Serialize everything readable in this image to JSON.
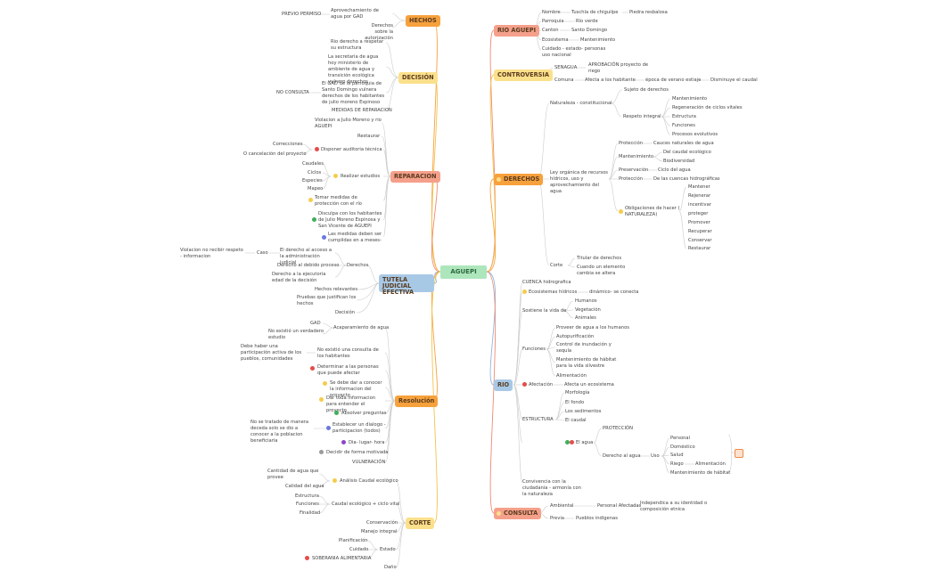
{
  "center": "AGUEPI",
  "colors": {
    "orange": "#f7a13c",
    "red": "#f08a73",
    "yellow": "#fbe08b",
    "blue": "#a8c9e6",
    "green": "#aee6bc",
    "teal": "#78c3df"
  },
  "topics": {
    "hechos": "HECHOS",
    "decision": "DECISIÓN",
    "reparacion": "REPARACION",
    "tutela": "TUTELA JUDICIAL EFECTIVA",
    "resolucion": "Resolución",
    "corte": "CORTE",
    "rio_aguepi": "RIO AGUEPI",
    "controversia": "CONTROVERSIA",
    "derechos": "DERECHOS",
    "rio": "RIO",
    "consulta": "CONSULTA"
  },
  "left": {
    "hechos": {
      "items": [
        "Aprovechamiento de agua por GAD",
        "Derechos sobre la autorización"
      ],
      "sub": "PREVIO PERMISO"
    },
    "decision": {
      "items": [
        "Rio derecho a respetar su estructura",
        "La secretaria de agua hoy ministerio de ambiente de agua y transición ecológica vulnero derechos",
        "El GAD de la parroquia de Santo Domingo vulnera derechos de los habitantes de julio moreno Espinoso",
        "MEDIDAS DE REPARACION"
      ],
      "sub": "NO CONSULTA"
    },
    "reparacion": {
      "items": [
        "Violacion a Julio Moreno y rio AGUEPI",
        "Restaurar",
        "Disponer auditoria técnica",
        "Realizar estudios",
        "Tomar medidas de protección con el río",
        "Disculpa con los habitantes de Julio Moreno Espinosa y San Vicente de AGUEPI",
        "Las medidas deben ser cumplidas en a meses-"
      ],
      "auditoria": [
        "Correcciones",
        "O cancelación del proyecto"
      ],
      "estudios": [
        "Caudales",
        "Ciclos",
        "Especies",
        "Mapeo"
      ]
    },
    "tutela": {
      "items": [
        "Derechos",
        "Hechos relevantes",
        "Pruebas que justifican los hechos",
        "Decisión"
      ],
      "derechos": [
        "El derecho al acceso a la administración judicial",
        "Derecho al debido proceso",
        "Derecho a la ejecutoria edad de la decisión"
      ],
      "caso": "Caso",
      "caso_sub": "Violacion no recibir respeto - informacion"
    },
    "resolucion": {
      "items": [
        "Acaparamiento de agua",
        "No existió una consulta de los habitantes",
        "Determinar a las personas que puede afectar",
        "Se debe dar a conocer la informacion del proyecto",
        "Dar toda informacion para entender el proyecto",
        "Absolver preguntas",
        "Establecer un dialogo - participacion (todos)",
        "Dia- lugar- hora",
        "Decidir de forma motivada",
        "VULNERACIÓN"
      ],
      "acaparamiento": [
        "GAD",
        "No existió un verdadero estudio"
      ],
      "consulta_sub": "Debe haber una participación activa de los pueblos, comunidades",
      "dialogo_sub": "No se tratado de manera deceda solo se dio a conocer a la poblacion beneficiaria"
    },
    "corte": {
      "items": [
        "Análisis Caudal ecológico",
        "Caudal ecológico + ciclo vital",
        "Conservación",
        "Manejo integral",
        "Estado",
        "Daño"
      ],
      "analisis": [
        "Cantidad de agua que provee",
        "Calidad del agua"
      ],
      "caudal": [
        "Estructura",
        "Funciones",
        "Finalidad"
      ],
      "estado": [
        "Planificación",
        "Cuidado",
        "SOBERANIA ALIMENTARIA"
      ]
    }
  },
  "right": {
    "rio_aguepi": {
      "items": [
        "Nombre",
        "Parroquia",
        "Canton",
        "Ecosistema",
        "Cuidado - estado- personas uso nacional"
      ],
      "values": [
        "Tuschla de chiguilpe",
        "Río verde",
        "Santo Domingo",
        "Mantenimiento"
      ],
      "extra": "Piedra resbalosa"
    },
    "controversia": {
      "items": [
        "SENAGUA",
        "Comuna"
      ],
      "senagua": "APROBACIÓN proyecto de riego",
      "comuna": "Afecta a los habitante",
      "comuna2": "época de verano estiaje",
      "comuna3": "Disminuye el caudal"
    },
    "derechos": {
      "items": [
        "Naturaleza - constitucional",
        "Ley orgánica de recursos hídricos, uso y aprovechamiento del agua",
        "Corte"
      ],
      "naturaleza": [
        "Sujeto de derechos",
        "Respeto integral"
      ],
      "respeto": [
        "Mantenimiento",
        "Regeneración de ciclos vitales",
        "Estructura",
        "Funciones",
        "Procesos evolutivos"
      ],
      "ley": [
        "Protección",
        "Mantenimiento",
        "Preservación",
        "Protección",
        "Obligaciones de hacer ( NATURALEZA)"
      ],
      "ley_values": [
        "Cauces naturales de agua",
        "Del caudal ecológico",
        "Biodiversidad",
        "Ciclo del agua",
        "De las cuencas hidrográficas"
      ],
      "obligaciones": [
        "Mantener",
        "Rejenerar",
        "incentivar",
        "proteger",
        "Promover",
        "Recuperar",
        "Conservar",
        "Restaurar"
      ],
      "corte": [
        "Titular de derechos",
        "Cuando un elemento cambia se altera"
      ]
    },
    "rio": {
      "items": [
        "CUENCA hidrografica",
        "Ecosistemas hídricos",
        "Sostiene la vida de",
        "Funciones",
        "Afectación",
        "ESTRUCTURA",
        "El agua",
        "Convivencia con la ciudadanía - armonía con la naturaleza"
      ],
      "ecosistemas": "dinámico- se conecta",
      "vida": [
        "Humanos",
        "Vegetación",
        "Animales"
      ],
      "funciones": [
        "Proveer de agua a los humanos",
        "Autopurificación",
        "Control de inundación y sequía",
        "Mantenimiento de hábitat para la vida silvestre",
        "Alimentación"
      ],
      "afectacion": "Afecta un ecosistema",
      "estructura": [
        "Morfología",
        "El fondo",
        "Los sedimentos",
        "El caudal"
      ],
      "agua": [
        "PROTECCIÓN",
        "Derecho al agua"
      ],
      "uso": "Uso",
      "usos": [
        "Personal",
        "Doméstico",
        "Salud",
        "Riego",
        "Mantenimiento de hábitat"
      ],
      "riego": "Alimentación"
    },
    "consulta": {
      "items": [
        "Ambiental",
        "Previa"
      ],
      "ambiental": "Personal Afectadas",
      "ambiental2": "Independica a su identidad o composición etnica",
      "previa": "Pueblos indigenas"
    }
  }
}
